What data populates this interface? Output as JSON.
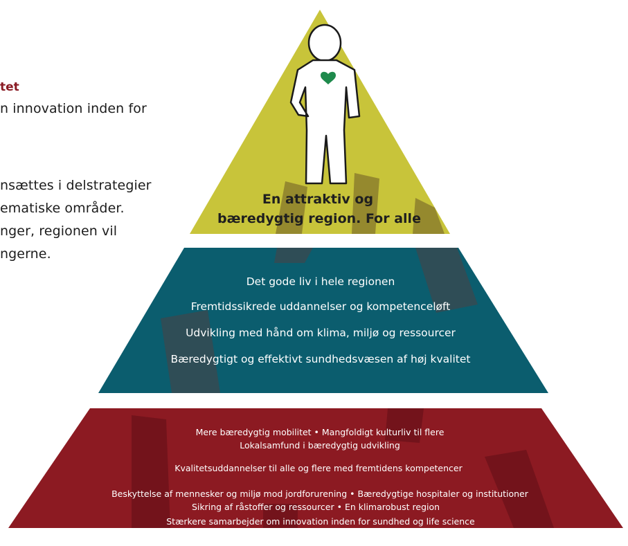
{
  "side_text": {
    "heading": "tet",
    "lines": [
      "n innovation inden for",
      "nsættes i delstrategier",
      "ematiske områder.",
      "nger, regionen vil",
      "ngerne."
    ]
  },
  "pyramid": {
    "top": {
      "title_lines": [
        "En attraktiv og",
        "bæredygtig region. For alle"
      ],
      "figure_icon": "person-with-heart-icon",
      "color": "#c8c43a",
      "heart_color": "#1e8a4c"
    },
    "middle": {
      "color": "#0b5d6e",
      "items": [
        "Det gode liv i hele regionen",
        "Fremtidssikrede uddannelser og kompetenceløft",
        "Udvikling med hånd om klima, miljø og ressourcer",
        "Bæredygtigt og effektivt sundhedsvæsen af høj kvalitet"
      ]
    },
    "bottom": {
      "color": "#8c1a22",
      "items": [
        "Mere bæredygtig mobilitet  •  Mangfoldigt kulturliv til flere",
        "Lokalsamfund i bæredygtig udvikling",
        "Kvalitetsuddannelser til alle og flere med fremtidens kompetencer",
        "Beskyttelse af mennesker og miljø mod jordforurening  •  Bæredygtige hospitaler og institutioner",
        "Sikring af råstoffer og ressourcer  •  En klimarobust region",
        "Stærkere samarbejder om innovation inden for sundhed og life science"
      ]
    }
  }
}
